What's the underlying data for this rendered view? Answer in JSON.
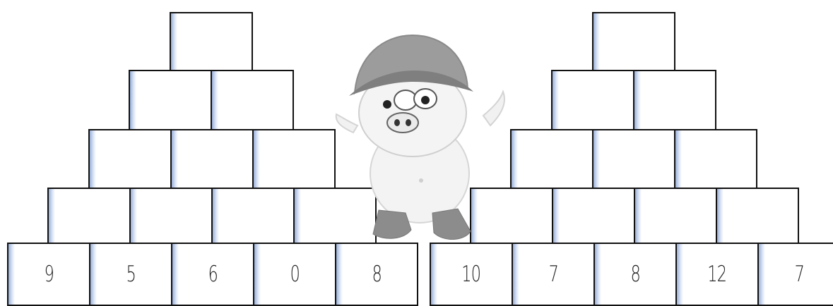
{
  "pyramids": [
    {
      "base_values": [
        "9",
        "5",
        "6",
        "0",
        "8"
      ]
    },
    {
      "base_values": [
        "10",
        "7",
        "8",
        "12",
        "7"
      ]
    }
  ],
  "mascot": {
    "icon": "pig-explorer-icon"
  },
  "colors": {
    "border": "#111111",
    "cell_shadow": "#9ab0d8",
    "mascot_gray": "#9a9a9a"
  }
}
